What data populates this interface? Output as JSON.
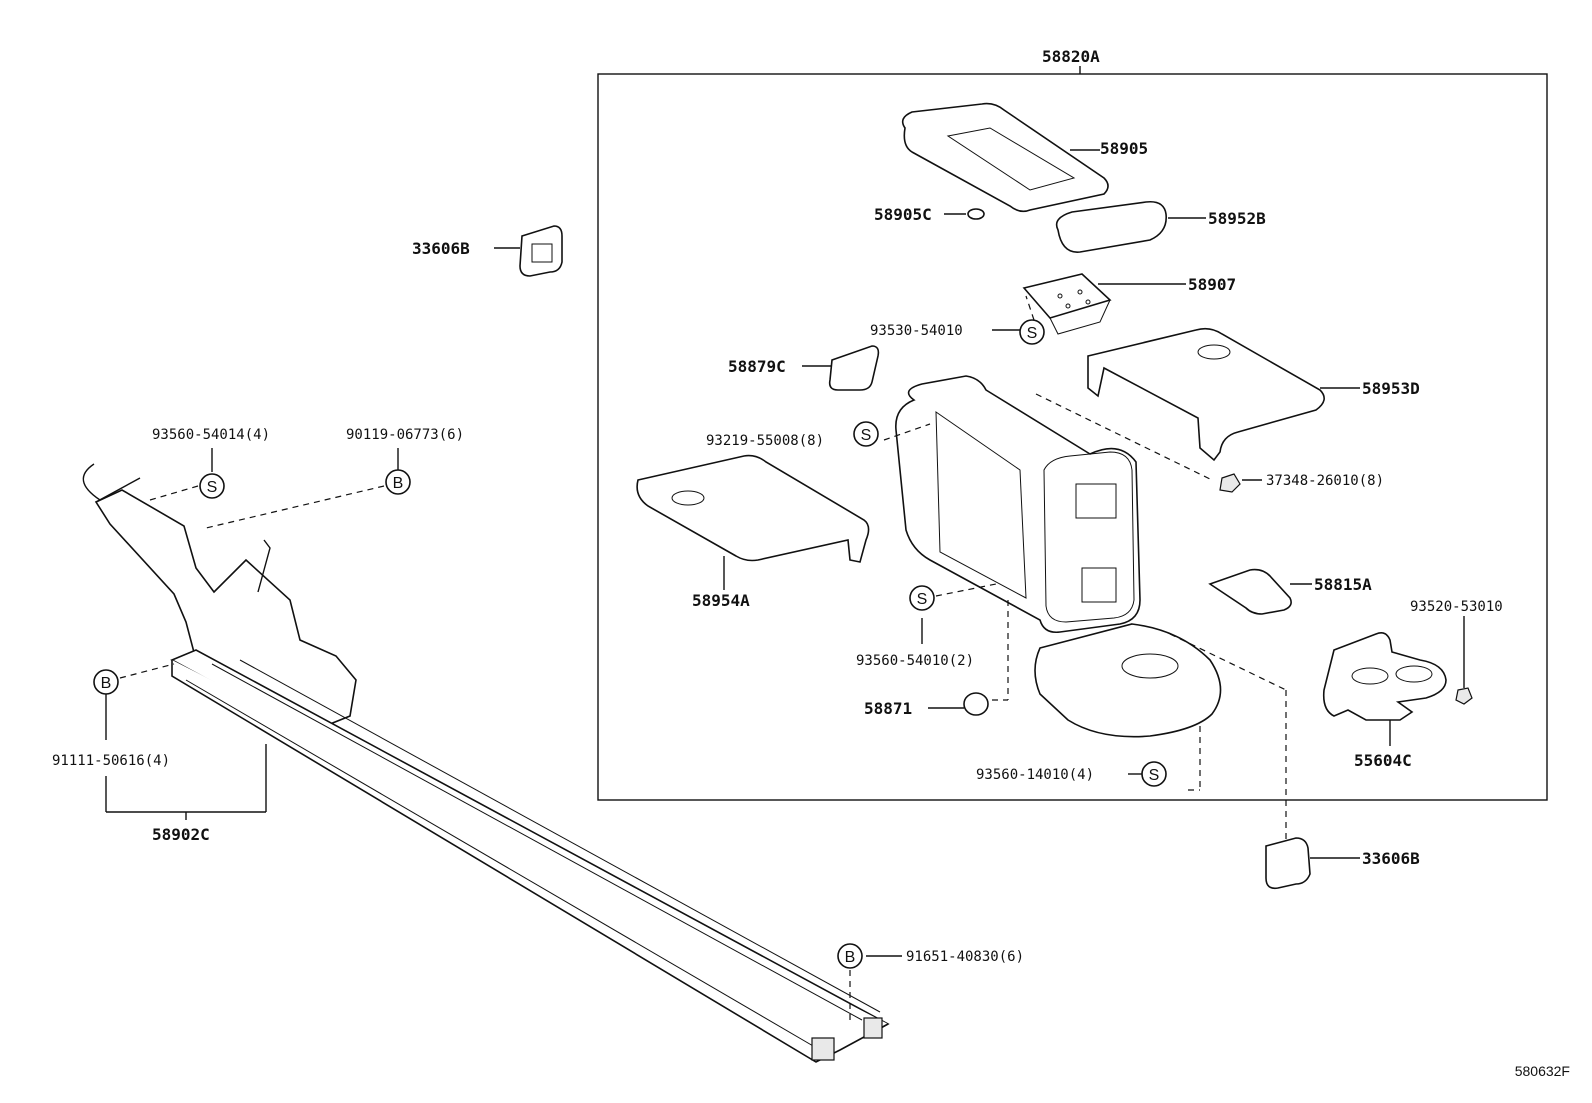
{
  "diagram": {
    "assembly_label": "58820A",
    "figure_code": "580632F",
    "callouts": {
      "p58905": "58905",
      "p58905C": "58905C",
      "p58952B": "58952B",
      "p58907": "58907",
      "p93530": "93530-54010",
      "p58879C": "58879C",
      "p58953D": "58953D",
      "p93219": "93219-55008(8)",
      "p37348": "37348-26010(8)",
      "p58954A": "58954A",
      "p58815A": "58815A",
      "p93520": "93520-53010",
      "p93560_2": "93560-54010(2)",
      "p58871": "58871",
      "p55604C": "55604C",
      "p93560_14": "93560-14010(4)",
      "p33606B_top": "33606B",
      "p33606B_bot": "33606B",
      "p93560_4": "93560-54014(4)",
      "p90119": "90119-06773(6)",
      "p91111": "91111-50616(4)",
      "p58902C": "58902C",
      "p91651": "91651-40830(6)"
    },
    "symbols": {
      "screw": "S",
      "bolt": "B"
    }
  }
}
